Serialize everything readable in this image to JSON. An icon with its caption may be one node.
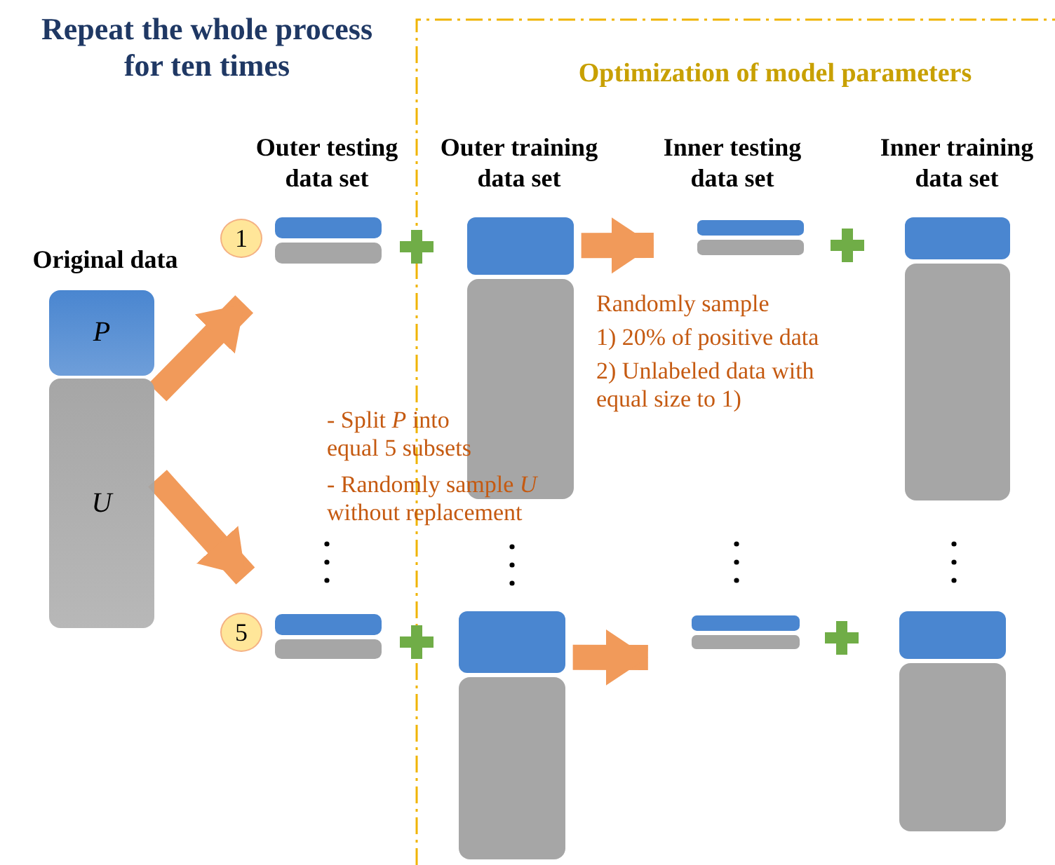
{
  "diagram": {
    "nodes": [
      {
        "text": [
          "P"
        ]
      },
      {
        "text": [
          "U"
        ]
      },
      {
        "text": [
          "1"
        ]
      },
      {
        "text": [],
        "shape": "bar"
      },
      {
        "text": [],
        "shape": "bar"
      },
      {
        "text": [],
        "shape": "bar"
      },
      {
        "text": [],
        "shape": "bar"
      },
      {
        "text": [
          "5"
        ]
      },
      {
        "text": [],
        "shape": "bar"
      },
      {
        "text": [],
        "shape": "bar"
      },
      {
        "text": [],
        "shape": "bar"
      },
      {
        "text": [],
        "shape": "bar"
      }
    ],
    "edges": [
      {
        "from": 1,
        "to": 3,
        "arrow": "to"
      },
      {
        "from": 1,
        "to": 8,
        "arrow": "to"
      },
      {
        "from": 4,
        "to": 5,
        "arrow": "to"
      },
      {
        "from": 9,
        "to": 10,
        "arrow": "to"
      }
    ],
    "labels": [
      "Repeat the whole process for ten times",
      "Optimization of model parameters",
      "Original data",
      "Outer testing data set",
      "Outer training data set",
      "Inner testing data set",
      "Inner training data set",
      "- Split *P* into equal 5 subsets",
      "- Randomly sample *U* without replacement",
      "Randomly sample",
      "1) 20% of positive data",
      "2) Unlabeled data with equal size to 1)"
    ]
  }
}
